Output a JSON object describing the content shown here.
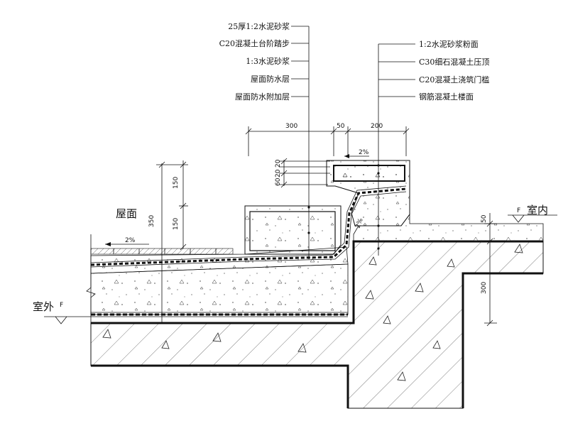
{
  "labels_left": {
    "items": [
      {
        "text": "25厚1:2水泥砂浆"
      },
      {
        "text": "C20混凝土台阶踏步"
      },
      {
        "text": "1:3水泥砂浆"
      },
      {
        "text": "屋面防水层"
      },
      {
        "text": "屋面防水附加层"
      }
    ]
  },
  "labels_right": {
    "items": [
      {
        "text": "1:2水泥砂浆粉面"
      },
      {
        "text": "C30细石混凝土压顶"
      },
      {
        "text": "C20混凝土浇筑门槛"
      },
      {
        "text": "钢筋混凝土楼面"
      }
    ]
  },
  "zones": {
    "roof": "屋面",
    "outdoor": "室外",
    "indoor": "室内",
    "outdoor_level": "F",
    "indoor_level": "F"
  },
  "dimensions": {
    "top": [
      "300",
      "50",
      "200"
    ],
    "left_outer": "350",
    "left_inner": [
      "150",
      "150"
    ],
    "threshold": [
      "20",
      "20",
      "60"
    ],
    "right_top": "50",
    "right_height": "300"
  },
  "slopes": {
    "roof_slope": "2%",
    "threshold_slope": "2%",
    "step_slope": "2%"
  },
  "colors": {
    "line": "#111111",
    "hatch": "#444444",
    "background": "#ffffff"
  }
}
